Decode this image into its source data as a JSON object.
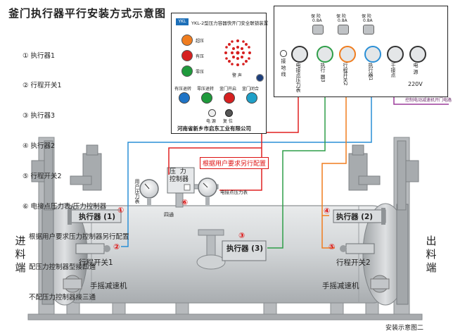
{
  "title": "釜门执行器平行安装方式示意图",
  "legend": [
    "① 执行器1",
    "② 行程开关1",
    "③ 执行器3",
    "④ 执行器2",
    "⑤ 行程开关2",
    "⑥ 电接点压力表/压力控制器",
    "   根据用户要求压力控制器另行配置",
    "   配压力控制器型接四通",
    "   不配压力控制器接三通"
  ],
  "panel_left": {
    "logo": "YKL",
    "title": "YKL-2型压力容器快开门安全联锁装置",
    "lamps": [
      "超压",
      "有压",
      "零压"
    ],
    "speaker_label": "警 声",
    "buttons": [
      "有压退转",
      "零压退转",
      "釜门开启",
      "釜门闭合"
    ],
    "power_label": "电 源",
    "reset_label": "复 位",
    "company": "河南省新乡市启东工业有限公司"
  },
  "panel_right": {
    "fuses": [
      {
        "top": "保 险",
        "rating": "0.8A"
      },
      {
        "top": "保 险",
        "rating": "0.8A"
      },
      {
        "top": "保 险",
        "rating": "0.8A"
      }
    ],
    "ground": "接 地 线",
    "terminals": [
      "电接点压力表",
      "执行 器3",
      "行程开关2",
      "执行器1",
      "干接点",
      "电 源"
    ],
    "voltage": "220V",
    "door_circuit": "控制电动减速机开门电路"
  },
  "labels": {
    "pressure_controller": "压  力\n控制器",
    "note": "根据用户要求另行配置",
    "user_gauge": "用户压力表",
    "contact_gauge": "电接点压力表",
    "four_way": "四通",
    "actuator_1": "执行器 (1)",
    "actuator_2": "执行器 (2)",
    "actuator_3": "执行器 (3)",
    "limit_1": "行程开关1",
    "limit_2": "行程开关2",
    "gearbox_left": "手摇减速机",
    "gearbox_right": "手摇减速机",
    "inlet": "进\n料\n端",
    "outlet": "出\n料\n端",
    "caption": "安装示意图二"
  },
  "markers": [
    "①",
    "②",
    "③",
    "④",
    "⑤",
    "⑥"
  ],
  "colors": {
    "blue": "#2a8fd6",
    "green": "#2e9e48",
    "orange": "#f07d1f",
    "red": "#e02020",
    "purple": "#9c3a9a",
    "vessel": "#cfd2d4"
  }
}
